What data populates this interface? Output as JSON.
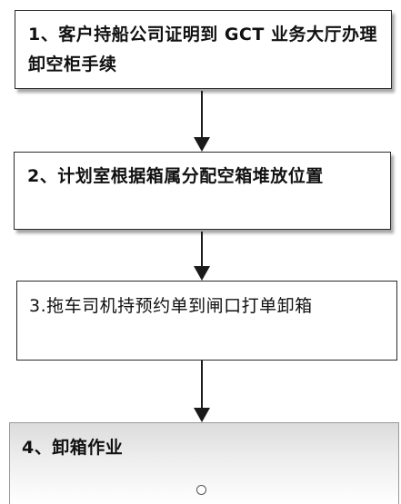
{
  "flowchart": {
    "steps": [
      {
        "label": "1、客户持船公司证明到 GCT 业务大厅办理卸空柜手续"
      },
      {
        "label": "2、计划室根据箱属分配空箱堆放位置"
      },
      {
        "label": "3.拖车司机持预约单到闸口打单卸箱"
      },
      {
        "label": "4、卸箱作业"
      }
    ]
  },
  "colors": {
    "box_border": "#2a2a2a",
    "arrow": "#1a1a1a",
    "text": "#111111",
    "step4_fill_top": "#dcdcdc"
  }
}
